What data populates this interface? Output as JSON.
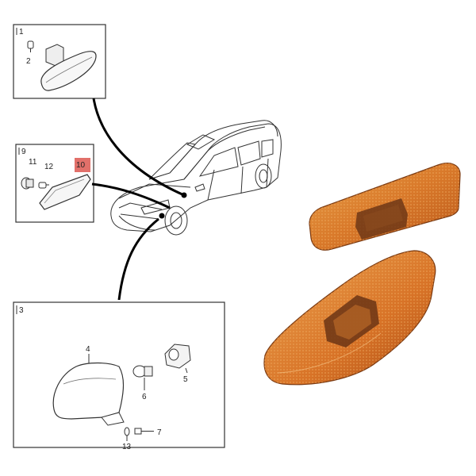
{
  "diagram": {
    "boxes": [
      {
        "id": "box1",
        "label": "1"
      },
      {
        "id": "box9",
        "label": "9"
      },
      {
        "id": "box3",
        "label": "3"
      }
    ],
    "part_labels": {
      "p2": "2",
      "p11": "11",
      "p12": "12",
      "p10": "10",
      "p4": "4",
      "p5": "5",
      "p6": "6",
      "p7": "7",
      "p13": "13"
    },
    "colors": {
      "highlight": "#e2706a",
      "lens_orange": "#d9792a",
      "lens_dark": "#8a3b10",
      "ink": "#222222"
    }
  }
}
